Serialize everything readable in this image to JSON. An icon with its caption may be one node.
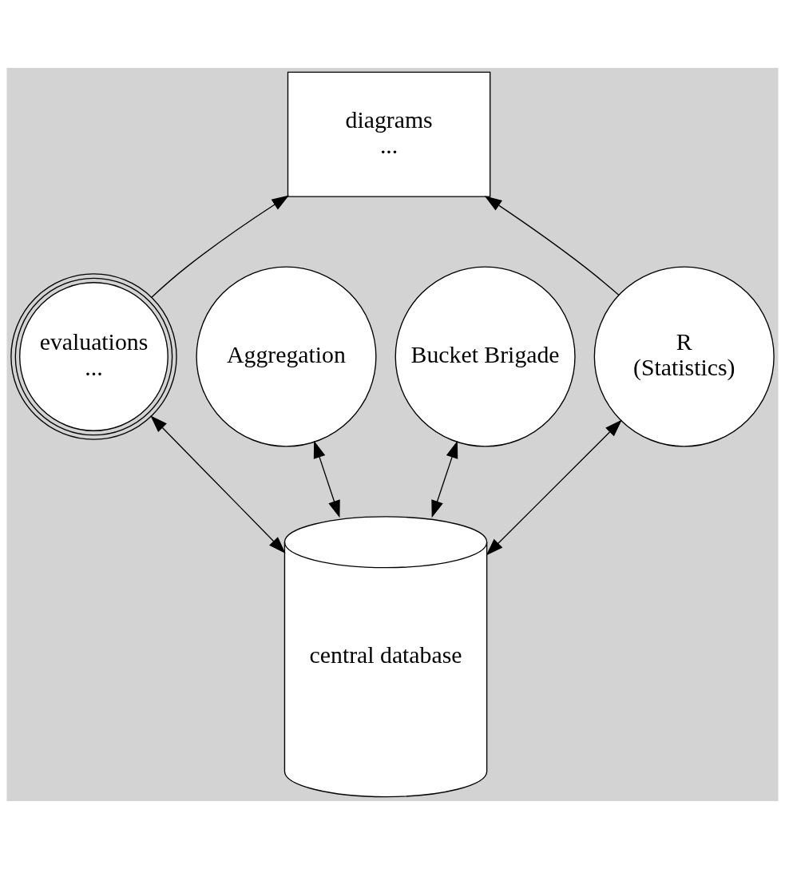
{
  "diagram": {
    "nodes": [
      {
        "text": [
          "diagrams",
          "..."
        ]
      },
      {
        "text": [
          "evaluations",
          "..."
        ]
      },
      {
        "text": [
          "Aggregation"
        ]
      },
      {
        "text": [
          "Bucket Brigade"
        ]
      },
      {
        "text": [
          "R",
          "(Statistics)"
        ]
      },
      {
        "text": [
          "central database"
        ]
      }
    ],
    "edges": [
      {
        "from": 1,
        "to": 0,
        "arrow": "to"
      },
      {
        "from": 4,
        "to": 0,
        "arrow": "to"
      },
      {
        "from": 5,
        "to": 1,
        "arrow": "both"
      },
      {
        "from": 5,
        "to": 2,
        "arrow": "both"
      },
      {
        "from": 5,
        "to": 3,
        "arrow": "both"
      },
      {
        "from": 5,
        "to": 4,
        "arrow": "both"
      }
    ]
  }
}
